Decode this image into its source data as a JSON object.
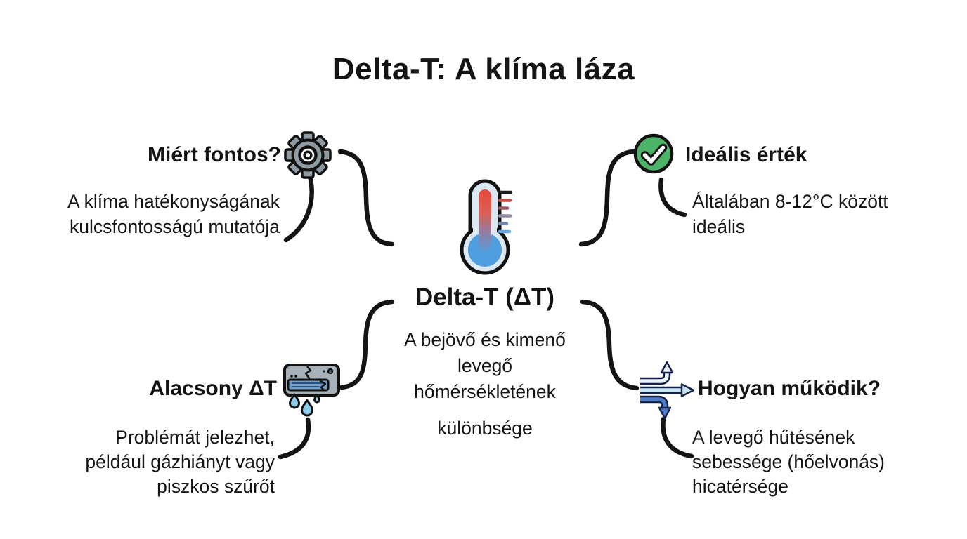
{
  "title": "Delta-T: A klíma láza",
  "center": {
    "icon": "thermometer-icon",
    "heading": "Delta-T (ΔT)",
    "body_lines": [
      "A bejövő és kimenő",
      "levegő",
      "hőmérsékletének"
    ],
    "body_tail": "különbsége"
  },
  "branches": {
    "top_left": {
      "icon": "gear-icon",
      "heading": "Miért fontos?",
      "body_lines": [
        "A klíma hatékonyságának",
        "kulcsfontosságú mutatója"
      ]
    },
    "top_right": {
      "icon": "check-circle-icon",
      "heading": "Ideális érték",
      "body_lines": [
        "Általában 8-12°C között",
        "ideális"
      ]
    },
    "bottom_left": {
      "icon": "leaking-ac-icon",
      "heading": "Alacsony ΔT",
      "body_lines": [
        "Problémát jelezhet,",
        "például gázhiányt vagy",
        "piszkos szűrőt"
      ]
    },
    "bottom_right": {
      "icon": "airflow-arrows-icon",
      "heading": "Hogyan működik?",
      "body_lines": [
        "A levegő hűtésének",
        "sebessége (hőelvonás)",
        "hicatérsége"
      ]
    }
  },
  "colors": {
    "text": "#141414",
    "connector_black": "#141414",
    "check_green": "#4bb468",
    "icon_gray": "#8e9aa2",
    "thermometer_casing": "#dbe8f4",
    "thermometer_red": "#e8483c",
    "thermometer_blue": "#4f9edf",
    "ac_body_gray": "#a6b1b9",
    "vent_blue": "#6f9fca",
    "drop_blue": "#8ccbe8",
    "arrow_light": "#e9f2fb",
    "arrow_pale": "#c9e7f6",
    "arrow_deep": "#4c7ec5",
    "arrow_outline": "#16224a"
  }
}
